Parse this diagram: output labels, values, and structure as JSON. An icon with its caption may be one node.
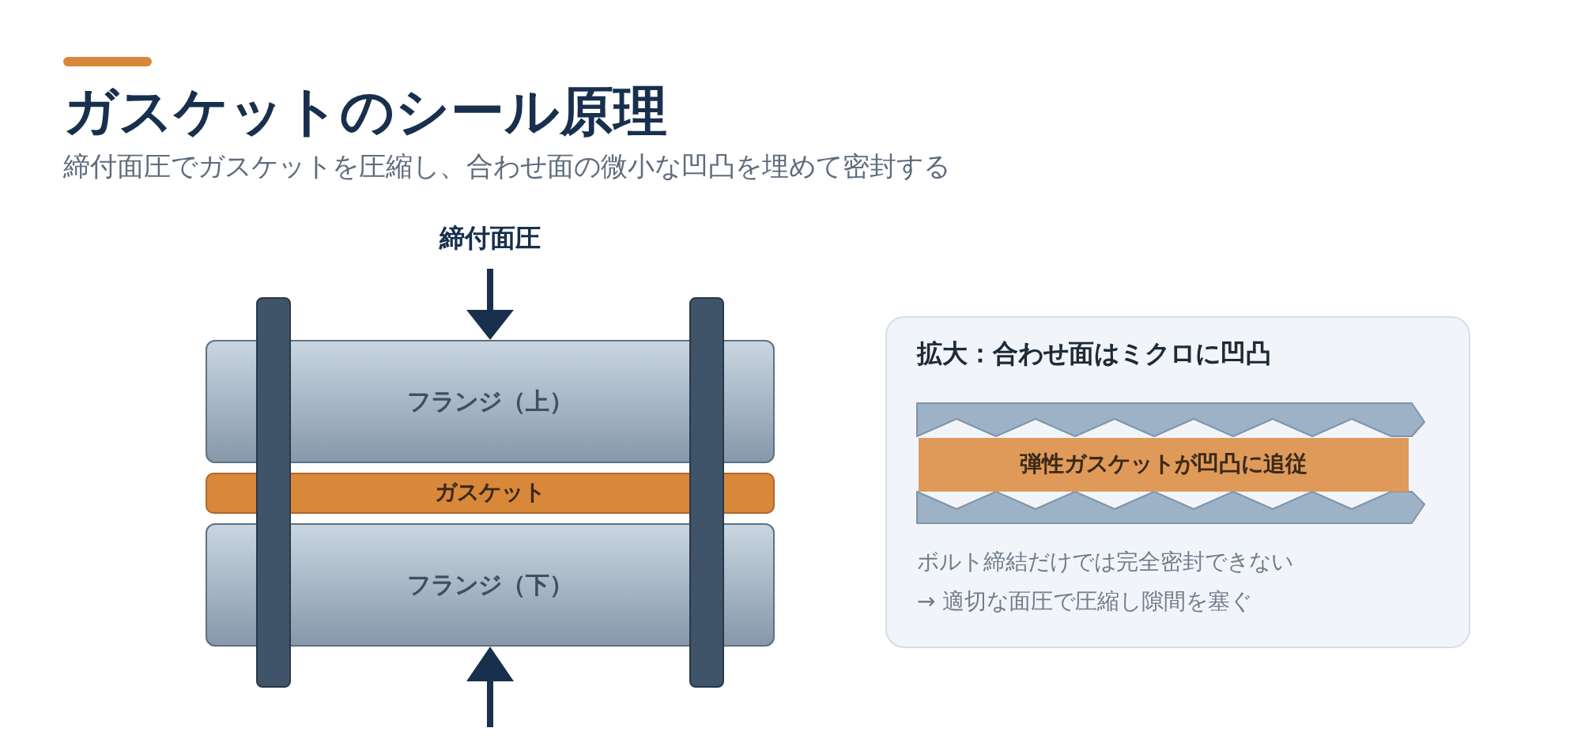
{
  "diagram": {
    "title": "ガスケットのシール原理",
    "nodes": [
      {
        "text": [
          "フランジ（上）"
        ]
      },
      {
        "text": [
          "ガスケット"
        ]
      },
      {
        "text": [
          "フランジ（下）"
        ]
      },
      {
        "text": [],
        "shape": "bar"
      },
      {
        "text": [],
        "shape": "bar"
      },
      {
        "text": [
          "拡大：合わせ面はミクロに凹凸",
          "ボルト締結だけでは完全密封できない",
          "→ 適切な面圧で圧縮し隙間を塞ぐ"
        ]
      },
      {
        "text": [
          "弾性ガスケットが凹凸に追従"
        ],
        "in": 5
      }
    ],
    "labels": [
      "締付面圧でガスケットを圧縮し、合わせ面の微小な凹凸を埋めて密封する",
      "締付面圧"
    ]
  }
}
